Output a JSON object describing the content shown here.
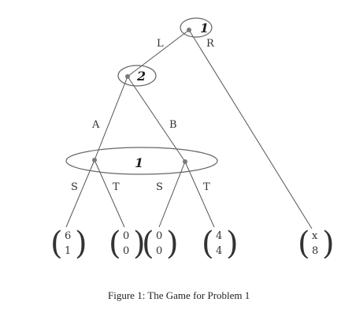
{
  "tree": {
    "root_player": "1",
    "node2_player": "2",
    "info_set_player": "1",
    "labels": {
      "L": "L",
      "R": "R",
      "A": "A",
      "B": "B",
      "S_left": "S",
      "T_left": "T",
      "S_right": "S",
      "T_right": "T"
    },
    "payoffs": [
      {
        "top": "6",
        "bottom": "1"
      },
      {
        "top": "0",
        "bottom": "0"
      },
      {
        "top": "0",
        "bottom": "0"
      },
      {
        "top": "4",
        "bottom": "4"
      },
      {
        "top": "x",
        "bottom": "8"
      }
    ]
  },
  "caption": "Figure 1: The Game for Problem 1"
}
